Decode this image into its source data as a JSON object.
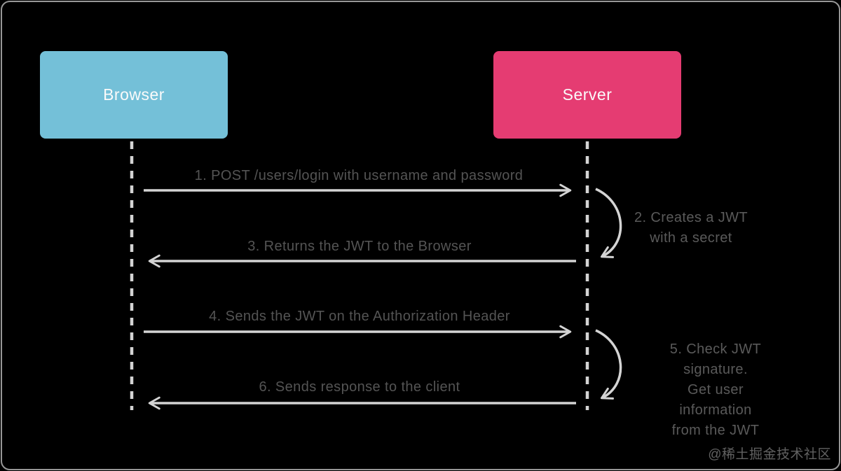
{
  "palette": {
    "background": "#000000",
    "frame_border": "#979797",
    "browser_box": "#74c0d8",
    "server_box": "#e53c72",
    "box_text": "#fafafa",
    "line_color": "#d4d4d4",
    "message_text": "#545454",
    "watermark_text": "#616161"
  },
  "actors": {
    "browser": {
      "label": "Browser"
    },
    "server": {
      "label": "Server"
    }
  },
  "messages": {
    "m1": {
      "label": "1. POST /users/login with username and password",
      "direction": "browser-to-server"
    },
    "m2": {
      "label": "2. Creates a JWT\nwith a secret",
      "direction": "server-self"
    },
    "m3": {
      "label": "3. Returns the JWT to the Browser",
      "direction": "server-to-browser"
    },
    "m4": {
      "label": "4. Sends the JWT on the Authorization Header",
      "direction": "browser-to-server"
    },
    "m5": {
      "label": "5. Check JWT signature.\nGet user information\nfrom the JWT",
      "direction": "server-self"
    },
    "m6": {
      "label": "6. Sends response to the client",
      "direction": "server-to-browser"
    }
  },
  "watermark": {
    "label": "@稀土掘金技术社区"
  }
}
